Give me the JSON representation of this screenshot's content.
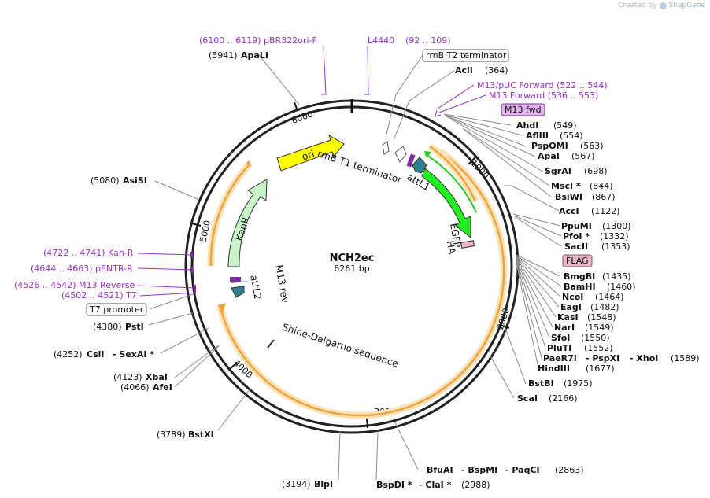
{
  "credit": {
    "prefix": "Created by",
    "brand": "SnapGene"
  },
  "plasmid": {
    "name": "NCH2ec",
    "length": "6261 bp"
  },
  "ticks": [
    "1000",
    "2000",
    "3000",
    "4000",
    "5000",
    "6000"
  ],
  "features": {
    "ori": "ori",
    "kanr": "KanR",
    "rrnb_t1": "rrnB T1 terminator",
    "attl1": "attL1",
    "egfp": "EGFP",
    "ha": "HA",
    "m13_rev": "M13 rev",
    "attl2": "attL2",
    "shine_dalgarno": "Shine-Dalgarno sequence"
  },
  "boxed": {
    "rrnb_t2": "rrnB T2 terminator",
    "m13_fwd": "M13 fwd",
    "flag": "FLAG",
    "t7_promoter": "T7 promoter"
  },
  "primers": {
    "pbr322": "(6100 .. 6119)  pBR322ori-F",
    "l4440_name": "L4440",
    "l4440_range": "(92 .. 109)",
    "m13puc": "M13/pUC Forward    (522 .. 544)",
    "m13fwd": "M13 Forward    (536 .. 553)",
    "kanr": "(4722 .. 4741)  Kan-R",
    "pentr": "(4644 .. 4663)  pENTR-R",
    "m13rev": "(4526 .. 4542)  M13 Reverse",
    "t7": "(4502 .. 4521)  T7"
  },
  "enzymes": {
    "apali_pos": "(5941)",
    "apali": "ApaLI",
    "acli": "AclI",
    "acli_pos": "(364)",
    "ahdi": "AhdI",
    "ahdi_pos": "(549)",
    "aflii": "AflIII",
    "aflii_pos": "(554)",
    "pspomi": "PspOMI",
    "pspomi_pos": "(563)",
    "apai": "ApaI",
    "apai_pos": "(567)",
    "sgrai": "SgrAI",
    "sgrai_pos": "(698)",
    "msci": "MscI *",
    "msci_pos": "(844)",
    "bsiwi": "BsiWI",
    "bsiwi_pos": "(867)",
    "acci": "AccI",
    "acci_pos": "(1122)",
    "ppumi": "PpuMI",
    "ppumi_pos": "(1300)",
    "pfoi": "PfoI *",
    "pfoi_pos": "(1332)",
    "sacii": "SacII",
    "sacii_pos": "(1353)",
    "bmgbi": "BmgBI",
    "bmgbi_pos": "(1435)",
    "bamhi": "BamHI",
    "bamhi_pos": "(1460)",
    "ncoi": "NcoI",
    "ncoi_pos": "(1464)",
    "eagi": "EagI",
    "eagi_pos": "(1482)",
    "kasi": "KasI",
    "kasi_pos": "(1548)",
    "nari": "NarI",
    "nari_pos": "(1549)",
    "sfoi": "SfoI",
    "sfoi_pos": "(1550)",
    "pluti": "PluTI",
    "pluti_pos": "(1552)",
    "paer7i": "PaeR7I",
    "pspxi": "- PspXI",
    "xhoi": "- XhoI",
    "xhoi_pos": "(1589)",
    "hindiii": "HindIII",
    "hindiii_pos": "(1677)",
    "bstbi": "BstBI",
    "bstbi_pos": "(1975)",
    "scai": "ScaI",
    "scai_pos": "(2166)",
    "bfuai": "BfuAI",
    "bspmi": "- BspMI",
    "paqci": "- PaqCI",
    "paqci_pos": "(2863)",
    "bspdi": "BspDI *",
    "clai": "- ClaI *",
    "clai_pos": "(2988)",
    "blpi_pos": "(3194)",
    "blpi": "BlpI",
    "bstxi_pos": "(3789)",
    "bstxi": "BstXI",
    "afei_pos": "(4066)",
    "afei": "AfeI",
    "xbai_pos": "(4123)",
    "xbai": "XbaI",
    "csii_pos": "(4252)",
    "csii": "CsiI",
    "sexai": "- SexAI *",
    "psti_pos": "(4380)",
    "psti": "PstI",
    "asisi_pos": "(5080)",
    "asisi": "AsiSI"
  },
  "colors": {
    "backbone": "#222222",
    "primer": "#9b30c8",
    "ori": "#ffff00",
    "kanr": "#c8f5c8",
    "egfp": "#22ee22",
    "attl": "#2e7f8f",
    "orf": "#f2a341",
    "orf_glow": "#fbe3b8",
    "leader": "#888888",
    "m13_box": "#e2b4ec",
    "flag_box": "#e8b8c8"
  }
}
